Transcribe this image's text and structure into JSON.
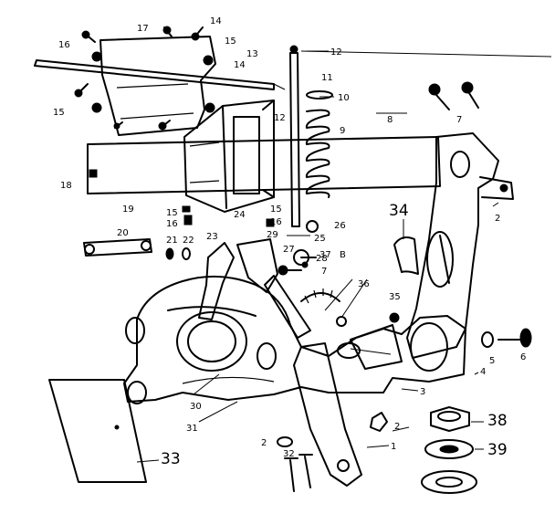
{
  "diagram": {
    "callouts": {
      "p1": "1",
      "p2a": "2",
      "p2b": "2",
      "p2c": "2",
      "p3": "3",
      "p4": "4",
      "p5": "5",
      "p6": "6",
      "p7a": "7",
      "p7b": "7",
      "p8": "8",
      "p9": "9",
      "p10": "10",
      "p11": "11",
      "p12a": "12",
      "p12b": "12",
      "p13": "13",
      "p14a": "14",
      "p14b": "14",
      "p15a": "15",
      "p15b": "15",
      "p15c": "15",
      "p15d": "15",
      "p16a": "16",
      "p16b": "16",
      "p16c": "16",
      "p17": "17",
      "p18": "18",
      "p19": "19",
      "p20": "20",
      "p21": "21",
      "p22": "22",
      "p23": "23",
      "p24": "24",
      "p25": "25",
      "p26": "26",
      "p27": "27",
      "p28": "28",
      "p29": "29",
      "p30": "30",
      "p31": "31",
      "p32": "32",
      "p33": "33",
      "p34": "34",
      "p35": "35",
      "p36": "36",
      "p37": "37",
      "p38": "38",
      "p39": "39",
      "pB": "B"
    }
  }
}
